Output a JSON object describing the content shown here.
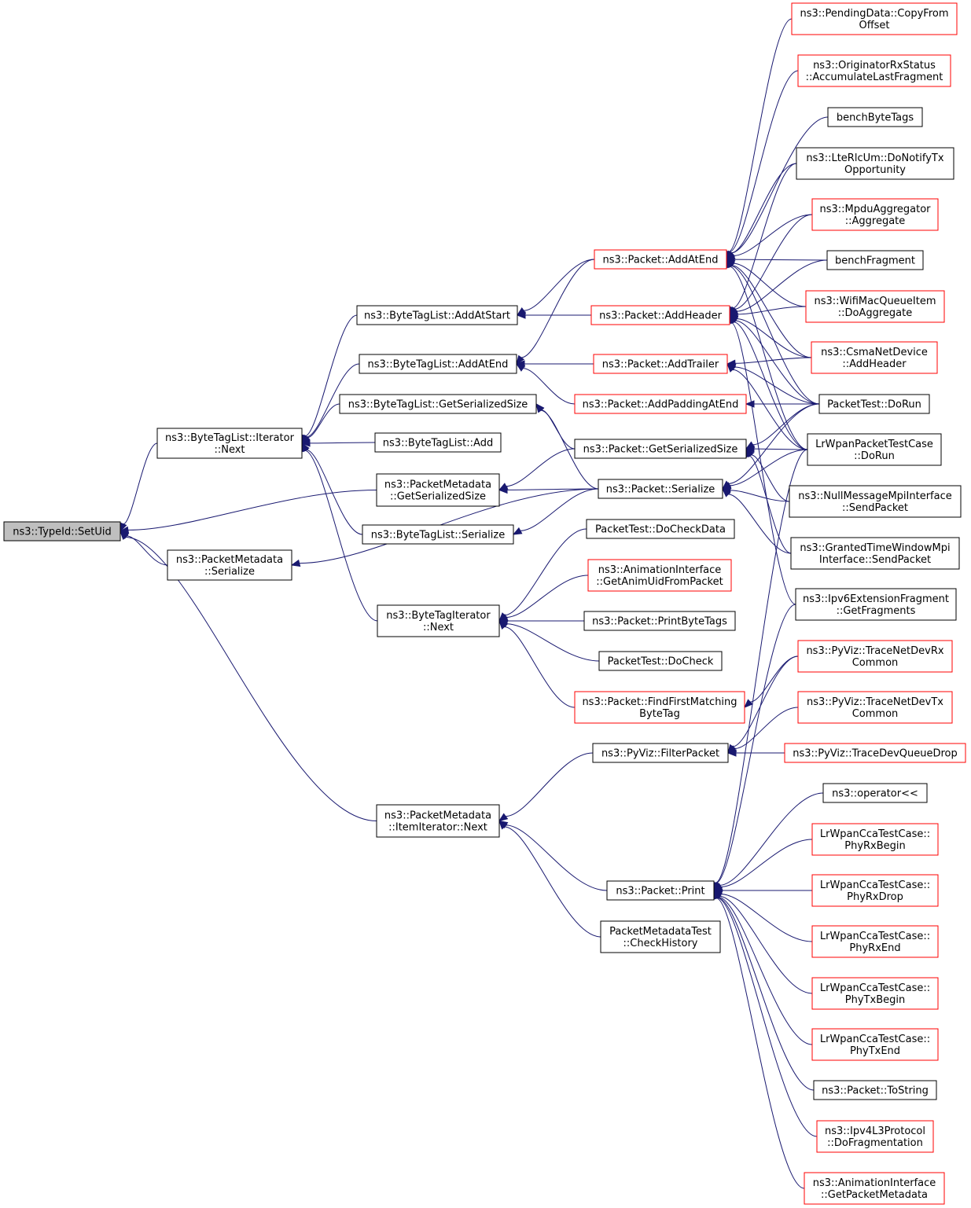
{
  "colors": {
    "edge": "#191970",
    "border_default": "#000000",
    "border_truncated": "#ff0000",
    "root_fill": "#bfbfbf",
    "fill": "#ffffff"
  },
  "nodes": [
    {
      "id": "n0",
      "name": "root-node",
      "lines": [
        "ns3::TypeId::SetUid"
      ],
      "style": "root"
    },
    {
      "id": "n1",
      "name": "bytetaglist-iterator-next-node",
      "lines": [
        "ns3::ByteTagList::Iterator",
        "::Next"
      ]
    },
    {
      "id": "n2",
      "name": "packetmetadata-serialize-node",
      "lines": [
        "ns3::PacketMetadata",
        "::Serialize"
      ]
    },
    {
      "id": "n3",
      "name": "packetmetadata-itemiterator-next-node",
      "lines": [
        "ns3::PacketMetadata",
        "::ItemIterator::Next"
      ]
    },
    {
      "id": "n4",
      "name": "bytetaglist-addatstart-node",
      "lines": [
        "ns3::ByteTagList::AddAtStart"
      ]
    },
    {
      "id": "n5",
      "name": "bytetaglist-addatend-node",
      "lines": [
        "ns3::ByteTagList::AddAtEnd"
      ]
    },
    {
      "id": "n6",
      "name": "bytetaglist-getserializedsize-node",
      "lines": [
        "ns3::ByteTagList::GetSerializedSize"
      ]
    },
    {
      "id": "n7",
      "name": "bytetaglist-add-node",
      "lines": [
        "ns3::ByteTagList::Add"
      ]
    },
    {
      "id": "n8",
      "name": "packetmetadata-getserializedsize-node",
      "lines": [
        "ns3::PacketMetadata",
        "::GetSerializedSize"
      ]
    },
    {
      "id": "n9",
      "name": "bytetaglist-serialize-node",
      "lines": [
        "ns3::ByteTagList::Serialize"
      ]
    },
    {
      "id": "n10",
      "name": "bytetagiterator-next-node",
      "lines": [
        "ns3::ByteTagIterator",
        "::Next"
      ]
    },
    {
      "id": "n11",
      "name": "packet-addatend-node",
      "lines": [
        "ns3::Packet::AddAtEnd"
      ],
      "style": "truncated"
    },
    {
      "id": "n12",
      "name": "packet-addheader-node",
      "lines": [
        "ns3::Packet::AddHeader"
      ],
      "style": "truncated"
    },
    {
      "id": "n13",
      "name": "packet-addtrailer-node",
      "lines": [
        "ns3::Packet::AddTrailer"
      ],
      "style": "truncated"
    },
    {
      "id": "n14",
      "name": "packet-addpaddingatend-node",
      "lines": [
        "ns3::Packet::AddPaddingAtEnd"
      ],
      "style": "truncated"
    },
    {
      "id": "n15",
      "name": "packet-getserializedsize-node",
      "lines": [
        "ns3::Packet::GetSerializedSize"
      ]
    },
    {
      "id": "n16",
      "name": "packet-serialize-node",
      "lines": [
        "ns3::Packet::Serialize"
      ]
    },
    {
      "id": "n17",
      "name": "packettest-docheckdata-node",
      "lines": [
        "PacketTest::DoCheckData"
      ]
    },
    {
      "id": "n18",
      "name": "animationinterface-getanimuidfrompacket-node",
      "lines": [
        "ns3::AnimationInterface",
        "::GetAnimUidFromPacket"
      ],
      "style": "truncated"
    },
    {
      "id": "n19",
      "name": "packet-printbytetags-node",
      "lines": [
        "ns3::Packet::PrintByteTags"
      ]
    },
    {
      "id": "n20",
      "name": "packettest-docheck-node",
      "lines": [
        "PacketTest::DoCheck"
      ]
    },
    {
      "id": "n21",
      "name": "packet-findfirstmatchingbytetag-node",
      "lines": [
        "ns3::Packet::FindFirstMatching",
        "ByteTag"
      ],
      "style": "truncated"
    },
    {
      "id": "n22",
      "name": "pyviz-filterpacket-node",
      "lines": [
        "ns3::PyViz::FilterPacket"
      ]
    },
    {
      "id": "n23",
      "name": "packet-print-node",
      "lines": [
        "ns3::Packet::Print"
      ]
    },
    {
      "id": "n24",
      "name": "packetmetadatatest-checkhistory-node",
      "lines": [
        "PacketMetadataTest",
        "::CheckHistory"
      ]
    },
    {
      "id": "n25",
      "name": "pendingdata-copyfromoffset-node",
      "lines": [
        "ns3::PendingData::CopyFrom",
        "Offset"
      ],
      "style": "truncated"
    },
    {
      "id": "n26",
      "name": "originatorrxstatus-accumulatelastfragment-node",
      "lines": [
        "ns3::OriginatorRxStatus",
        "::AccumulateLastFragment"
      ],
      "style": "truncated"
    },
    {
      "id": "n27",
      "name": "benchbytetags-node",
      "lines": [
        "benchByteTags"
      ]
    },
    {
      "id": "n28",
      "name": "lterlcum-donotifytxopportunity-node",
      "lines": [
        "ns3::LteRlcUm::DoNotifyTx",
        "Opportunity"
      ]
    },
    {
      "id": "n29",
      "name": "mpduaggregator-aggregate-node",
      "lines": [
        "ns3::MpduAggregator",
        "::Aggregate"
      ],
      "style": "truncated"
    },
    {
      "id": "n30",
      "name": "benchfragment-node",
      "lines": [
        "benchFragment"
      ]
    },
    {
      "id": "n31",
      "name": "wifimacqueueitem-doaggregate-node",
      "lines": [
        "ns3::WifiMacQueueItem",
        "::DoAggregate"
      ],
      "style": "truncated"
    },
    {
      "id": "n32",
      "name": "csmanetdevice-addheader-node",
      "lines": [
        "ns3::CsmaNetDevice",
        "::AddHeader"
      ],
      "style": "truncated"
    },
    {
      "id": "n33",
      "name": "packettest-dorun-node",
      "lines": [
        "PacketTest::DoRun"
      ]
    },
    {
      "id": "n34",
      "name": "lrwpanpackettestcase-dorun-node",
      "lines": [
        "LrWpanPacketTestCase",
        "::DoRun"
      ]
    },
    {
      "id": "n35",
      "name": "nullmessagempiinterface-sendpacket-node",
      "lines": [
        "ns3::NullMessageMpiInterface",
        "::SendPacket"
      ]
    },
    {
      "id": "n36",
      "name": "grantedtimewindowmpiinterface-sendpacket-node",
      "lines": [
        "ns3::GrantedTimeWindowMpi",
        "Interface::SendPacket"
      ]
    },
    {
      "id": "n37",
      "name": "ipv6extensionfragment-getfragments-node",
      "lines": [
        "ns3::Ipv6ExtensionFragment",
        "::GetFragments"
      ]
    },
    {
      "id": "n38",
      "name": "pyviz-tracenetdevrxcommon-node",
      "lines": [
        "ns3::PyViz::TraceNetDevRx",
        "Common"
      ],
      "style": "truncated"
    },
    {
      "id": "n39",
      "name": "pyviz-tracenetdevtxcommon-node",
      "lines": [
        "ns3::PyViz::TraceNetDevTx",
        "Common"
      ],
      "style": "truncated"
    },
    {
      "id": "n40",
      "name": "pyviz-tracedevqueuedrop-node",
      "lines": [
        "ns3::PyViz::TraceDevQueueDrop"
      ],
      "style": "truncated"
    },
    {
      "id": "n41",
      "name": "operator-stream-node",
      "lines": [
        "ns3::operator<<"
      ]
    },
    {
      "id": "n42",
      "name": "lrwpancca-phyrxbegin-node",
      "lines": [
        "LrWpanCcaTestCase::",
        "PhyRxBegin"
      ],
      "style": "truncated"
    },
    {
      "id": "n43",
      "name": "lrwpancca-phyrxdrop-node",
      "lines": [
        "LrWpanCcaTestCase::",
        "PhyRxDrop"
      ],
      "style": "truncated"
    },
    {
      "id": "n44",
      "name": "lrwpancca-phyrxend-node",
      "lines": [
        "LrWpanCcaTestCase::",
        "PhyRxEnd"
      ],
      "style": "truncated"
    },
    {
      "id": "n45",
      "name": "lrwpancca-phytxbegin-node",
      "lines": [
        "LrWpanCcaTestCase::",
        "PhyTxBegin"
      ],
      "style": "truncated"
    },
    {
      "id": "n46",
      "name": "lrwpancca-phytxend-node",
      "lines": [
        "LrWpanCcaTestCase::",
        "PhyTxEnd"
      ],
      "style": "truncated"
    },
    {
      "id": "n47",
      "name": "packet-tostring-node",
      "lines": [
        "ns3::Packet::ToString"
      ]
    },
    {
      "id": "n48",
      "name": "ipv4l3protocol-dofragmentation-node",
      "lines": [
        "ns3::Ipv4L3Protocol",
        "::DoFragmentation"
      ],
      "style": "truncated"
    },
    {
      "id": "n49",
      "name": "animationinterface-getpacketmetadata-node",
      "lines": [
        "ns3::AnimationInterface",
        "::GetPacketMetadata"
      ],
      "style": "truncated"
    }
  ],
  "edges": [
    [
      "n1",
      "n0"
    ],
    [
      "n2",
      "n0"
    ],
    [
      "n3",
      "n0"
    ],
    [
      "n8",
      "n0"
    ],
    [
      "n4",
      "n1"
    ],
    [
      "n5",
      "n1"
    ],
    [
      "n6",
      "n1"
    ],
    [
      "n7",
      "n1"
    ],
    [
      "n9",
      "n1"
    ],
    [
      "n10",
      "n1"
    ],
    [
      "n16",
      "n2"
    ],
    [
      "n22",
      "n3"
    ],
    [
      "n23",
      "n3"
    ],
    [
      "n24",
      "n3"
    ],
    [
      "n11",
      "n4"
    ],
    [
      "n12",
      "n4"
    ],
    [
      "n11",
      "n5"
    ],
    [
      "n13",
      "n5"
    ],
    [
      "n14",
      "n5"
    ],
    [
      "n15",
      "n6"
    ],
    [
      "n16",
      "n6"
    ],
    [
      "n15",
      "n8"
    ],
    [
      "n16",
      "n8"
    ],
    [
      "n16",
      "n9"
    ],
    [
      "n17",
      "n10"
    ],
    [
      "n18",
      "n10"
    ],
    [
      "n19",
      "n10"
    ],
    [
      "n20",
      "n10"
    ],
    [
      "n21",
      "n10"
    ],
    [
      "n25",
      "n11"
    ],
    [
      "n26",
      "n11"
    ],
    [
      "n27",
      "n11"
    ],
    [
      "n28",
      "n11"
    ],
    [
      "n29",
      "n11"
    ],
    [
      "n30",
      "n11"
    ],
    [
      "n31",
      "n11"
    ],
    [
      "n32",
      "n11"
    ],
    [
      "n33",
      "n11"
    ],
    [
      "n34",
      "n11"
    ],
    [
      "n28",
      "n12"
    ],
    [
      "n29",
      "n12"
    ],
    [
      "n30",
      "n12"
    ],
    [
      "n31",
      "n12"
    ],
    [
      "n32",
      "n12"
    ],
    [
      "n33",
      "n12"
    ],
    [
      "n34",
      "n12"
    ],
    [
      "n37",
      "n12"
    ],
    [
      "n32",
      "n13"
    ],
    [
      "n33",
      "n13"
    ],
    [
      "n34",
      "n13"
    ],
    [
      "n33",
      "n14"
    ],
    [
      "n33",
      "n15"
    ],
    [
      "n34",
      "n15"
    ],
    [
      "n35",
      "n15"
    ],
    [
      "n36",
      "n15"
    ],
    [
      "n33",
      "n16"
    ],
    [
      "n34",
      "n16"
    ],
    [
      "n35",
      "n16"
    ],
    [
      "n36",
      "n16"
    ],
    [
      "n38",
      "n21"
    ],
    [
      "n38",
      "n22"
    ],
    [
      "n39",
      "n22"
    ],
    [
      "n40",
      "n22"
    ],
    [
      "n41",
      "n23"
    ],
    [
      "n42",
      "n23"
    ],
    [
      "n43",
      "n23"
    ],
    [
      "n44",
      "n23"
    ],
    [
      "n45",
      "n23"
    ],
    [
      "n46",
      "n23"
    ],
    [
      "n47",
      "n23"
    ],
    [
      "n48",
      "n23"
    ],
    [
      "n49",
      "n23"
    ],
    [
      "n37",
      "n23"
    ],
    [
      "n34",
      "n23"
    ]
  ]
}
